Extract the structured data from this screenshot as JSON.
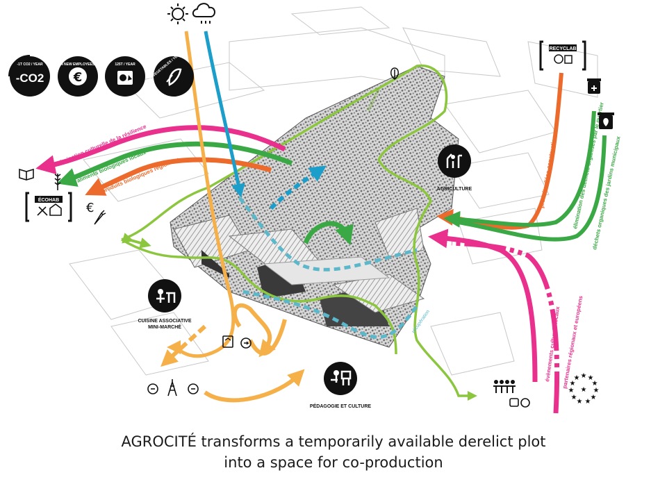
{
  "caption": {
    "line1": "AGROCITÉ transforms a temporarily available derelict plot",
    "line2": "into a space for co-production"
  },
  "badges": {
    "co2": {
      "ring": "-1T CO2 / YEAR",
      "center": "-CO2"
    },
    "employees": {
      "ring": "4 NEW EMPLOYEES",
      "center": "€"
    },
    "compost": {
      "ring": "125T / YEAR"
    },
    "vegetables": {
      "ring": "4T VEGETABLES / YEAR"
    }
  },
  "flows_left": [
    {
      "label": "dissémination culturelle de la résilience",
      "color": "#e8308c"
    },
    {
      "label": "aliments biologiques locaux",
      "color": "#3aa845"
    },
    {
      "label": "produits biologiques régionaux",
      "color": "#ec6a2c"
    }
  ],
  "flows_right": [
    {
      "label": "produits d'éco-construction",
      "color": "#ec6a2c"
    },
    {
      "label": "élimination des déchets organisés par le quartier",
      "color": "#3aa845"
    },
    {
      "label": "déchets organiques des jardins municipaux",
      "color": "#3aa845"
    },
    {
      "label": "évènements culturels locaux",
      "color": "#e8308c"
    },
    {
      "label": "partenaires régionaux et européens",
      "color": "#e8308c"
    }
  ],
  "site_labels": {
    "biodiversity": "biodiversité",
    "recycling": "récupération",
    "agriculture": "AGRICULTURE",
    "kitchen_line1": "CUISINE ASSOCIATIVE",
    "kitchen_line2": "MINI-MARCHÉ",
    "pedagogy": "PÉDAGOGIE ET CULTURE"
  },
  "partners": {
    "ecohab": "ÉCOHAB",
    "recyclab": "RECYCLAB"
  },
  "icons": [
    "sun-icon",
    "rain-cloud-icon",
    "book-icon",
    "wheat-icon",
    "euro-icon",
    "carrot-icon",
    "leaf-icon",
    "trash-bin-icon",
    "people-chain-icon",
    "eu-stars-icon",
    "theater-masks-icon",
    "power-pylon-icon",
    "lightbulb-icon"
  ],
  "colors": {
    "pink": "#e8308c",
    "green": "#3aa845",
    "lime": "#8cc63f",
    "orange": "#ec6a2c",
    "sand": "#f5b04a",
    "cyan": "#1b9ec9",
    "teal_dash": "#5bb7c9"
  }
}
